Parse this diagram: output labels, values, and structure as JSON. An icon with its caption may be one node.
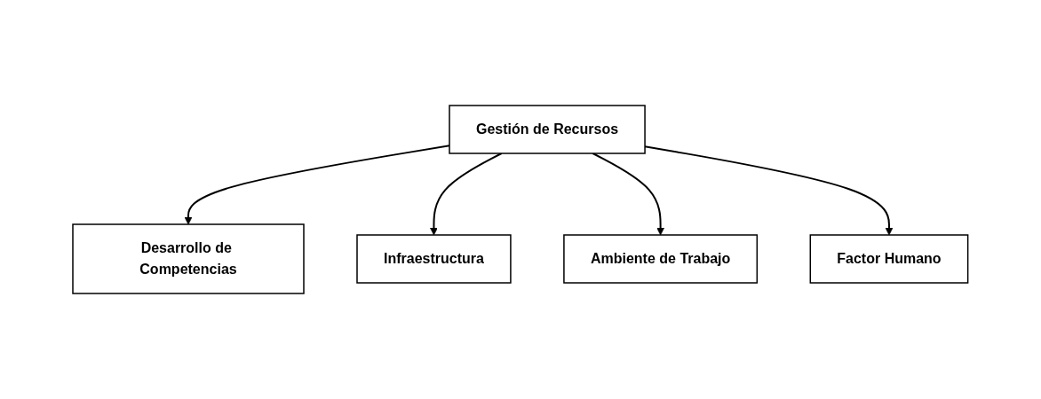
{
  "diagram": {
    "nodes": [
      {
        "text": [
          "Desarrollo de Competencias"
        ]
      },
      {
        "text": [
          "Infraestructura"
        ]
      },
      {
        "text": [
          "Gestión de Recursos"
        ]
      },
      {
        "text": [
          "Ambiente de Trabajo"
        ]
      },
      {
        "text": [
          "Factor Humano"
        ]
      }
    ],
    "edges": [
      {
        "from": 2,
        "to": 0,
        "arrow": "to"
      },
      {
        "from": 2,
        "to": 1,
        "arrow": "to"
      },
      {
        "from": 2,
        "to": 3,
        "arrow": "to"
      },
      {
        "from": 2,
        "to": 4,
        "arrow": "to"
      }
    ]
  }
}
